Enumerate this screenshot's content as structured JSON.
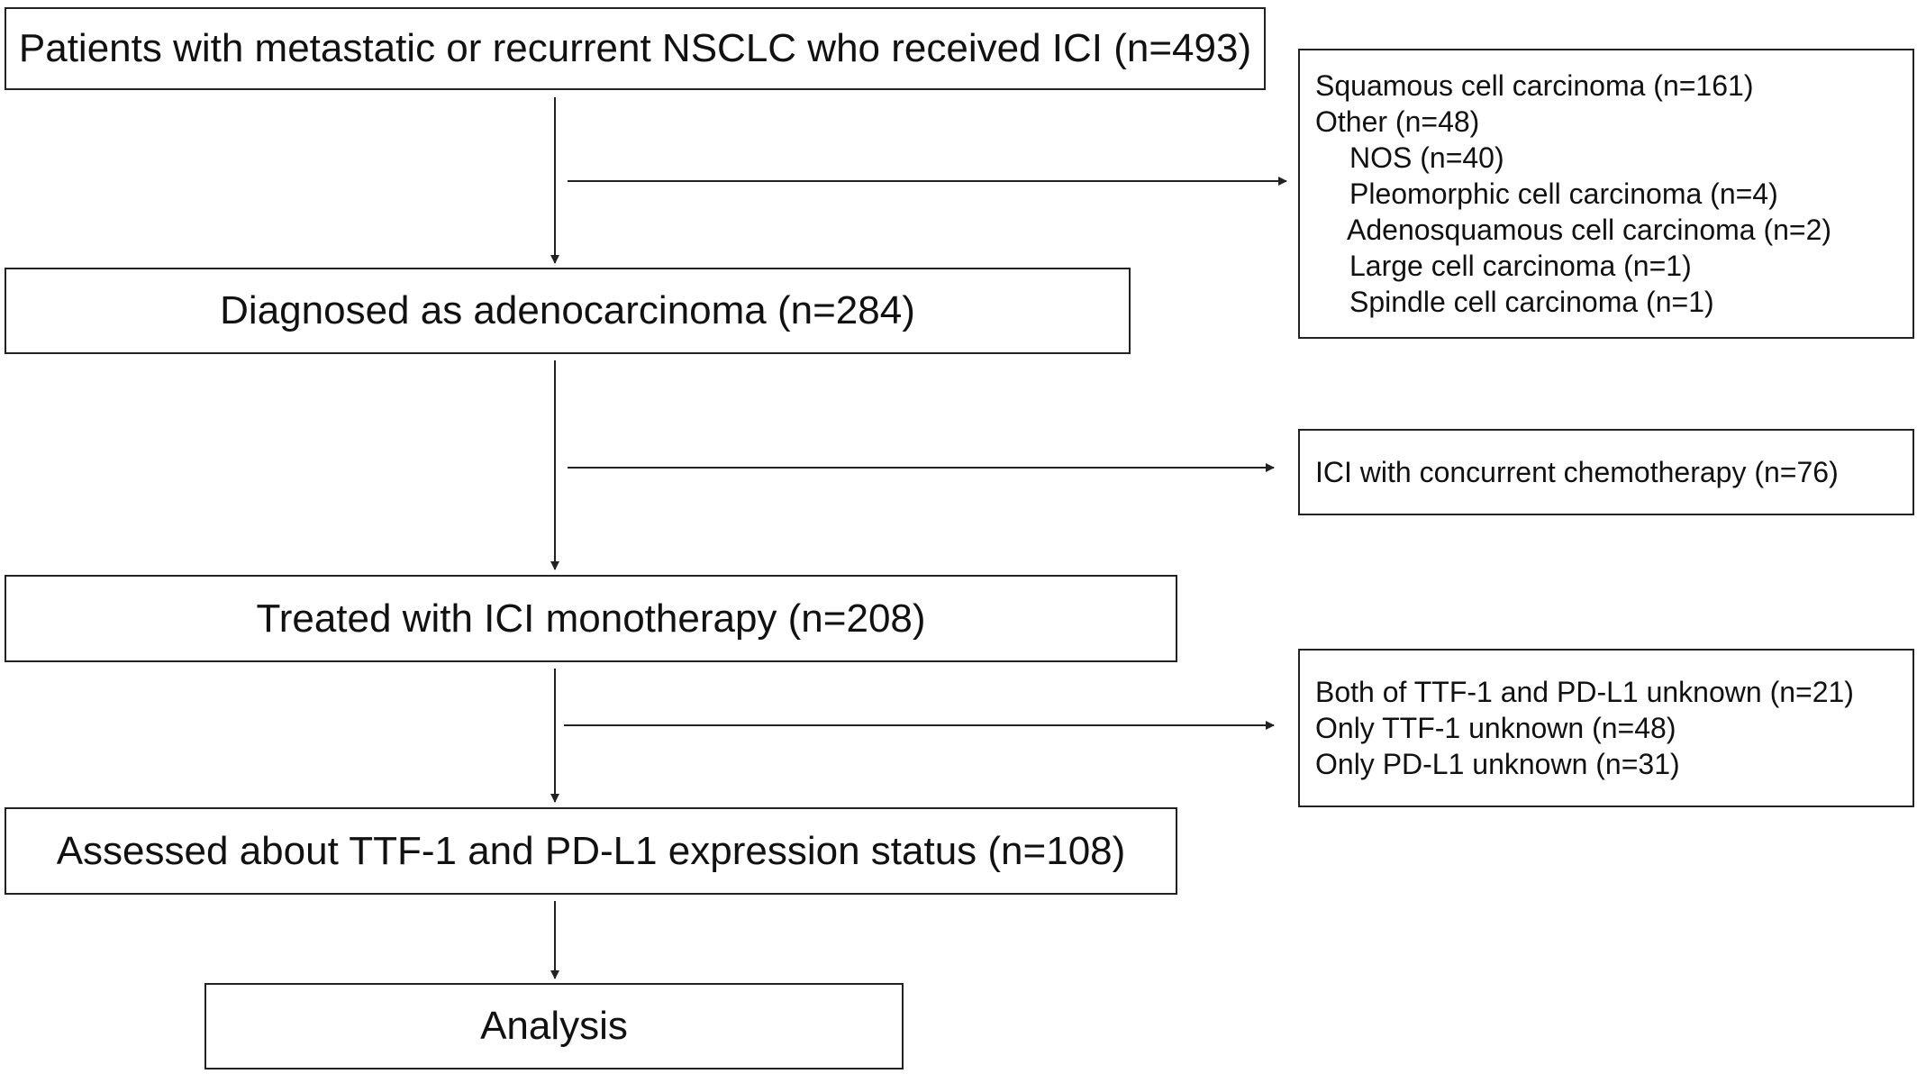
{
  "main_steps": [
    {
      "label": "Patients with metastatic or recurrent NSCLC who received ICI (n=493)"
    },
    {
      "label": "Diagnosed as adenocarcinoma (n=284)"
    },
    {
      "label": "Treated with ICI monotherapy (n=208)"
    },
    {
      "label": "Assessed about TTF-1 and PD-L1 expression status (n=108)"
    },
    {
      "label": "Analysis"
    }
  ],
  "exclusions": [
    {
      "lines": [
        "Squamous cell carcinoma (n=161)",
        "Other (n=48)",
        "NOS (n=40)",
        "Pleomorphic cell carcinoma (n=4)",
        "Adenosquamous cell carcinoma (n=2)",
        "Large cell carcinoma (n=1)",
        "Spindle cell carcinoma (n=1)"
      ]
    },
    {
      "lines": [
        "ICI with concurrent chemotherapy (n=76)"
      ]
    },
    {
      "lines": [
        "Both of TTF-1 and PD-L1 unknown (n=21)",
        "Only TTF-1 unknown (n=48)",
        "Only PD-L1 unknown (n=31)"
      ]
    }
  ]
}
